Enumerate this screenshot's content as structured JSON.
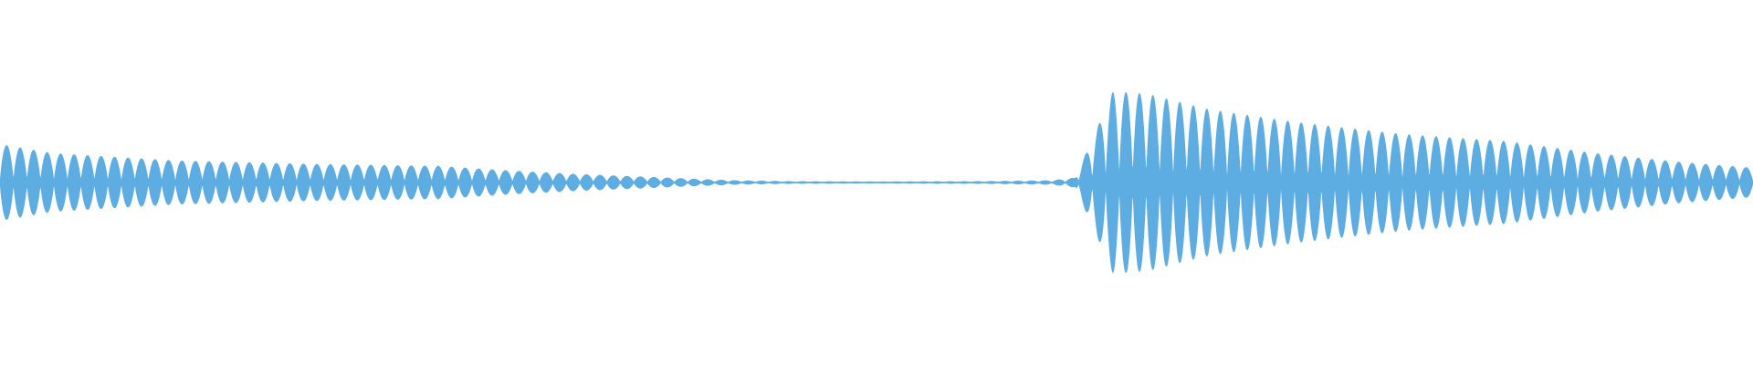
{
  "waveform": {
    "color": "#5dade2",
    "background": "#ffffff",
    "envelope": [
      {
        "t": 0.0,
        "amp": 0.42
      },
      {
        "t": 0.03,
        "amp": 0.32
      },
      {
        "t": 0.1,
        "amp": 0.24
      },
      {
        "t": 0.18,
        "amp": 0.2
      },
      {
        "t": 0.25,
        "amp": 0.18
      },
      {
        "t": 0.29,
        "amp": 0.13
      },
      {
        "t": 0.33,
        "amp": 0.09
      },
      {
        "t": 0.37,
        "amp": 0.06
      },
      {
        "t": 0.4,
        "amp": 0.035
      },
      {
        "t": 0.42,
        "amp": 0.022
      },
      {
        "t": 0.45,
        "amp": 0.012
      },
      {
        "t": 0.5,
        "amp": 0.009
      },
      {
        "t": 0.56,
        "amp": 0.012
      },
      {
        "t": 0.6,
        "amp": 0.022
      },
      {
        "t": 0.613,
        "amp": 0.05
      },
      {
        "t": 0.622,
        "amp": 0.42
      },
      {
        "t": 0.635,
        "amp": 1.0
      },
      {
        "t": 0.655,
        "amp": 0.97
      },
      {
        "t": 0.69,
        "amp": 0.8
      },
      {
        "t": 0.74,
        "amp": 0.66
      },
      {
        "t": 0.8,
        "amp": 0.53
      },
      {
        "t": 0.86,
        "amp": 0.45
      },
      {
        "t": 0.91,
        "amp": 0.32
      },
      {
        "t": 0.96,
        "amp": 0.22
      },
      {
        "t": 1.0,
        "amp": 0.16
      }
    ],
    "cycles": 130
  }
}
